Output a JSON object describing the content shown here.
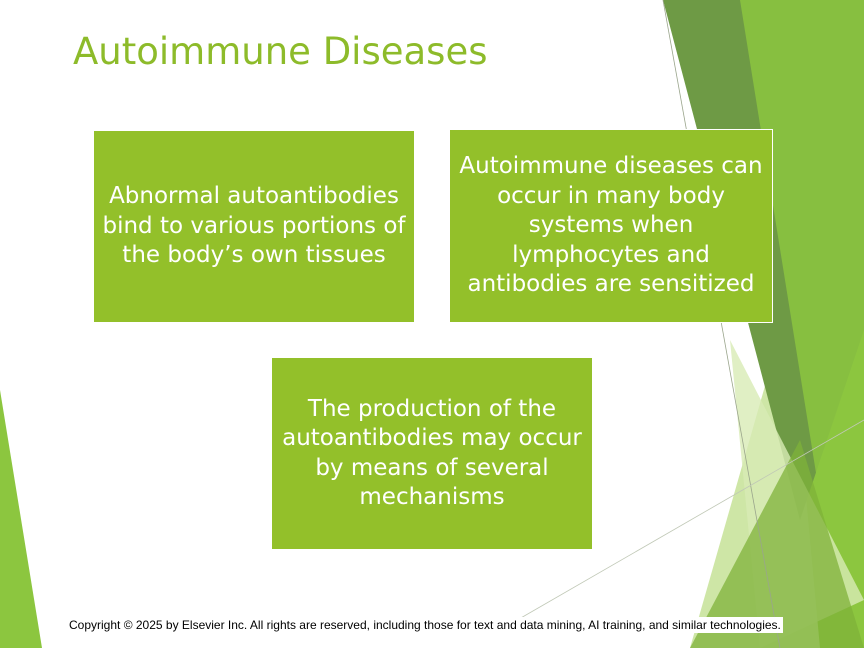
{
  "slide": {
    "title": "Autoimmune Diseases",
    "boxes": [
      {
        "text": "Abnormal autoantibodies bind to various portions of the body’s own tissues"
      },
      {
        "text": "Autoimmune diseases can occur in many body systems when lymphocytes and antibodies are sensitized"
      },
      {
        "text": "The production of the autoantibodies may occur by means of several mechanisms"
      }
    ],
    "copyright": "Copyright © 2025 by Elsevier Inc. All rights are reserved, including those for text and data mining, AI training, and similar technologies."
  },
  "theme": {
    "title_color": "#8dbb2a",
    "box_color": "#93c02a",
    "decor_dark_green": "#6e9a45",
    "decor_mid_green": "#8cc63f",
    "decor_light_green": "#c9e39c"
  }
}
